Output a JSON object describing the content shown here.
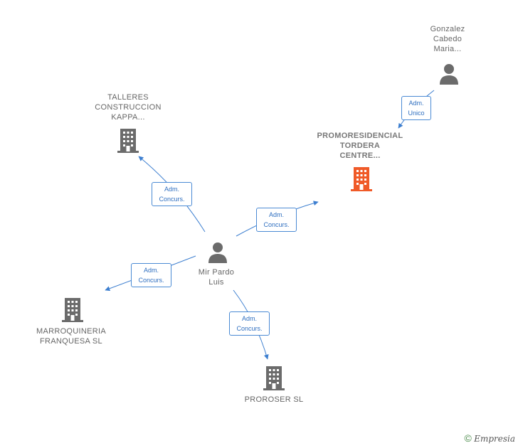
{
  "nodes": {
    "gonzalez": {
      "label": "Gonzalez\nCabedo\nMaria..."
    },
    "promoresidencial": {
      "label": "PROMORESIDENCIAL\nTORDERA\nCENTRE..."
    },
    "talleres": {
      "label": "TALLERES\nCONSTRUCCION\nKAPPA..."
    },
    "mir_pardo": {
      "label": "Mir Pardo\nLuis"
    },
    "marroquineria": {
      "label": "MARROQUINERIA\nFRANQUESA SL"
    },
    "proroser": {
      "label": "PROROSER  SL"
    }
  },
  "edges": {
    "gonzalez_promo": {
      "label": "Adm.\nUnico"
    },
    "mir_talleres": {
      "label": "Adm.\nConcurs."
    },
    "mir_promo": {
      "label": "Adm.\nConcurs."
    },
    "mir_marroq": {
      "label": "Adm.\nConcurs."
    },
    "mir_proroser": {
      "label": "Adm.\nConcurs."
    }
  },
  "colors": {
    "edge": "#3d7fd0",
    "company": "#6b6b6b",
    "company_highlight": "#f05a28",
    "person": "#6b6b6b"
  },
  "watermark": {
    "copyright": "©",
    "brand": "Empresia"
  }
}
